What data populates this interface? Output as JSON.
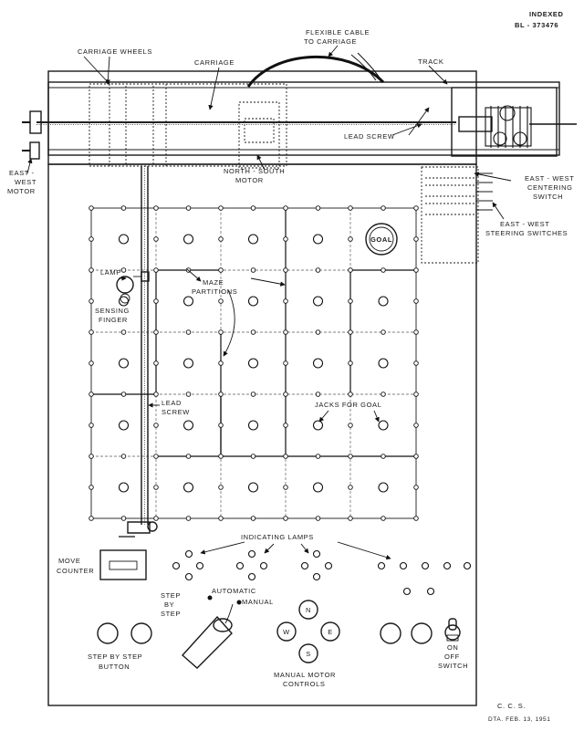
{
  "header": {
    "indexed": "INDEXED",
    "number": "BL - 373476"
  },
  "labels": {
    "carriage_wheels": "CARRIAGE WHEELS",
    "carriage": "CARRIAGE",
    "flexible_cable_1": "FLEXIBLE CABLE",
    "flexible_cable_2": "TO CARRIAGE",
    "track": "TRACK",
    "lead_screw_top": "LEAD SCREW",
    "east_west_motor_1": "EAST -",
    "east_west_motor_2": "WEST",
    "east_west_motor_3": "MOTOR",
    "north_south_motor_1": "NORTH - SOUTH",
    "north_south_motor_2": "MOTOR",
    "ew_centering_1": "EAST - WEST",
    "ew_centering_2": "CENTERING",
    "ew_centering_3": "SWITCH",
    "ew_steering_1": "EAST - WEST",
    "ew_steering_2": "STEERING SWITCHES",
    "goal": "GOAL",
    "lamp": "LAMP",
    "sensing_finger_1": "SENSING",
    "sensing_finger_2": "FINGER",
    "maze_partitions_1": "MAZE",
    "maze_partitions_2": "PARTITIONS",
    "lead_screw_left_1": "LEAD",
    "lead_screw_left_2": "SCREW",
    "jacks_for_goal": "JACKS FOR GOAL",
    "indicating_lamps": "INDICATING   LAMPS",
    "move_counter_1": "MOVE",
    "move_counter_2": "COUNTER",
    "step_by_step_1": "STEP",
    "step_by_step_2": "BY",
    "step_by_step_3": "STEP",
    "automatic": "AUTOMATIC",
    "manual": "MANUAL",
    "step_button_1": "STEP BY STEP",
    "step_button_2": "BUTTON",
    "compass_n": "N",
    "compass_w": "W",
    "compass_e": "E",
    "compass_s": "S",
    "manual_motor_1": "MANUAL MOTOR",
    "manual_motor_2": "CONTROLS",
    "on_off_1": "ON",
    "on_off_2": "OFF",
    "on_off_3": "SWITCH",
    "initials": "C. C. S.",
    "date": "DTA. FEB. 13, 1951"
  }
}
